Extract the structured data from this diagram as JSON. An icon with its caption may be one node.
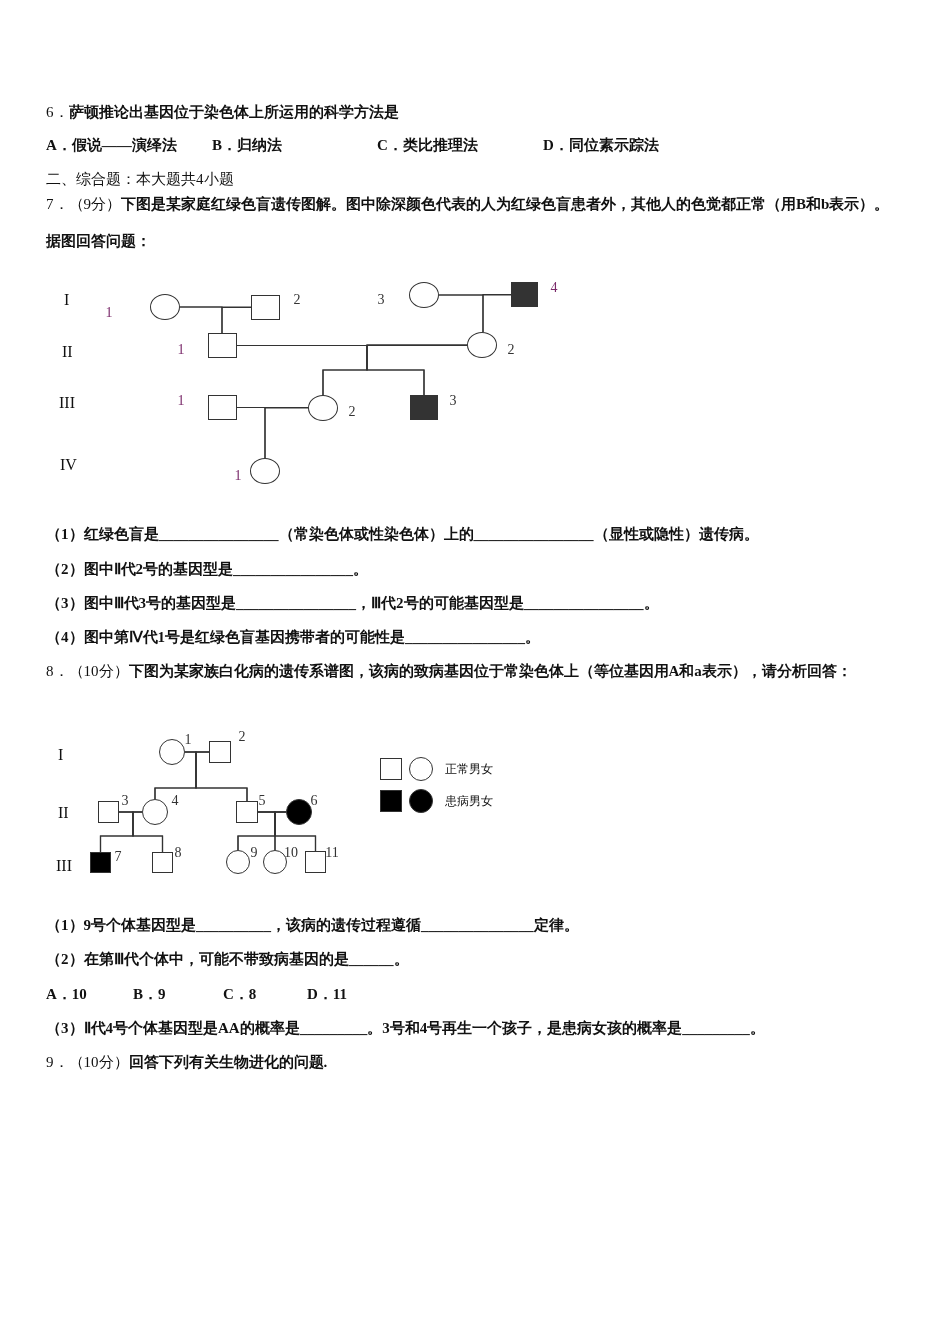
{
  "diagram": {
    "nodes": [
      {
        "text": [],
        "shape": "circle",
        "beside": [
          "1"
        ]
      },
      {
        "text": [],
        "shape": "box",
        "beside": [
          "2"
        ]
      },
      {
        "text": [],
        "shape": "circle",
        "beside": [
          "3"
        ]
      },
      {
        "text": [],
        "shape": "box",
        "beside": [
          "4"
        ]
      },
      {
        "text": [],
        "shape": "box",
        "beside": [
          "1"
        ]
      },
      {
        "text": [],
        "shape": "circle",
        "beside": [
          "2"
        ]
      },
      {
        "text": [],
        "shape": "box",
        "beside": [
          "1"
        ]
      },
      {
        "text": [],
        "shape": "circle",
        "beside": [
          "2"
        ]
      },
      {
        "text": [],
        "shape": "box",
        "beside": [
          "3"
        ]
      },
      {
        "text": [],
        "shape": "circle",
        "beside": [
          "1"
        ]
      },
      {
        "text": [],
        "shape": "circle",
        "beside": [
          "1"
        ]
      },
      {
        "text": [],
        "shape": "box",
        "beside": [
          "2"
        ]
      },
      {
        "text": [],
        "shape": "box",
        "beside": [
          "3"
        ]
      },
      {
        "text": [],
        "shape": "circle",
        "beside": [
          "4"
        ]
      },
      {
        "text": [],
        "shape": "box",
        "beside": [
          "5"
        ]
      },
      {
        "text": [],
        "shape": "circle",
        "beside": [
          "6"
        ]
      },
      {
        "text": [],
        "shape": "box",
        "beside": [
          "7"
        ]
      },
      {
        "text": [],
        "shape": "box",
        "beside": [
          "8"
        ]
      },
      {
        "text": [],
        "shape": "circle",
        "beside": [
          "9"
        ]
      },
      {
        "text": [],
        "shape": "circle",
        "beside": [
          "10"
        ]
      },
      {
        "text": [],
        "shape": "box",
        "beside": [
          "11"
        ]
      }
    ],
    "edges": [
      {
        "from": 0,
        "to": 1,
        "arrow": "none"
      },
      {
        "from": 0,
        "to": 4,
        "arrow": "none"
      },
      {
        "from": 1,
        "to": 4,
        "arrow": "none"
      },
      {
        "from": 2,
        "to": 3,
        "arrow": "none"
      },
      {
        "from": 2,
        "to": 5,
        "arrow": "none"
      },
      {
        "from": 3,
        "to": 5,
        "arrow": "none"
      },
      {
        "from": 4,
        "to": 5,
        "arrow": "none"
      },
      {
        "from": 4,
        "to": 7,
        "arrow": "none"
      },
      {
        "from": 5,
        "to": 7,
        "arrow": "none"
      },
      {
        "from": 4,
        "to": 8,
        "arrow": "none"
      },
      {
        "from": 5,
        "to": 8,
        "arrow": "none"
      },
      {
        "from": 6,
        "to": 7,
        "arrow": "none"
      },
      {
        "from": 6,
        "to": 9,
        "arrow": "none"
      },
      {
        "from": 7,
        "to": 9,
        "arrow": "none"
      },
      {
        "from": 10,
        "to": 11,
        "arrow": "none"
      },
      {
        "from": 10,
        "to": 13,
        "arrow": "none"
      },
      {
        "from": 11,
        "to": 13,
        "arrow": "none"
      },
      {
        "from": 10,
        "to": 14,
        "arrow": "none"
      },
      {
        "from": 11,
        "to": 14,
        "arrow": "none"
      },
      {
        "from": 12,
        "to": 13,
        "arrow": "none"
      },
      {
        "from": 12,
        "to": 16,
        "arrow": "none"
      },
      {
        "from": 13,
        "to": 16,
        "arrow": "none"
      },
      {
        "from": 12,
        "to": 17,
        "arrow": "none"
      },
      {
        "from": 13,
        "to": 17,
        "arrow": "none"
      },
      {
        "from": 14,
        "to": 15,
        "arrow": "none"
      },
      {
        "from": 14,
        "to": 18,
        "arrow": "none"
      },
      {
        "from": 15,
        "to": 18,
        "arrow": "none"
      },
      {
        "from": 14,
        "to": 19,
        "arrow": "none"
      },
      {
        "from": 15,
        "to": 19,
        "arrow": "none"
      },
      {
        "from": 14,
        "to": 20,
        "arrow": "none"
      },
      {
        "from": 15,
        "to": 20,
        "arrow": "none"
      }
    ],
    "labels": [
      "6．**萨顿推论出基因位于染色体上所运用的科学方法是**",
      "A．假说——演绎法",
      "B．归纳法",
      "C．类比推理法",
      "D．同位素示踪法",
      "二、综合题：本大题共4小题",
      "7．（9分）**下图是某家庭红绿色盲遗传图解。图中除深颜色代表的人为红绿色盲患者外，其他人的色觉都正常（用B和b表示）。据图回答问题：**",
      "I",
      "II",
      "III",
      "IV",
      "（1）红绿色盲是________________（常染色体或性染色体）上的________________（显性或隐性）遗传病。",
      "（2）图中Ⅱ代2号的基因型是________________。",
      "（3）图中Ⅲ代3号的基因型是________________，Ⅲ代2号的可能基因型是________________。",
      "（4）图中第Ⅳ代1号是红绿色盲基因携带者的可能性是________________。",
      "8．（10分）**下图为某家族白化病的遗传系谱图，该病的致病基因位于常染色体上（等位基因用A和a表示），请分析回答：**",
      "I",
      "II",
      "III",
      "（1）9号个体基因型是__________，该病的遗传过程遵循_______________定律。",
      "（2）在第Ⅲ代个体中，可能不带致病基因的是______。",
      "A．10",
      "B．9",
      "C．8",
      "D．11",
      "（3）Ⅱ代4号个体基因型是AA的概率是_________。3号和4号再生一个孩子，是患病女孩的概率是_________。",
      "9．（10分）**回答下列有关生物进化的问题.**"
    ],
    "legend": [
      {
        "text": "正常男女"
      },
      {
        "text": "患病男女"
      }
    ]
  }
}
